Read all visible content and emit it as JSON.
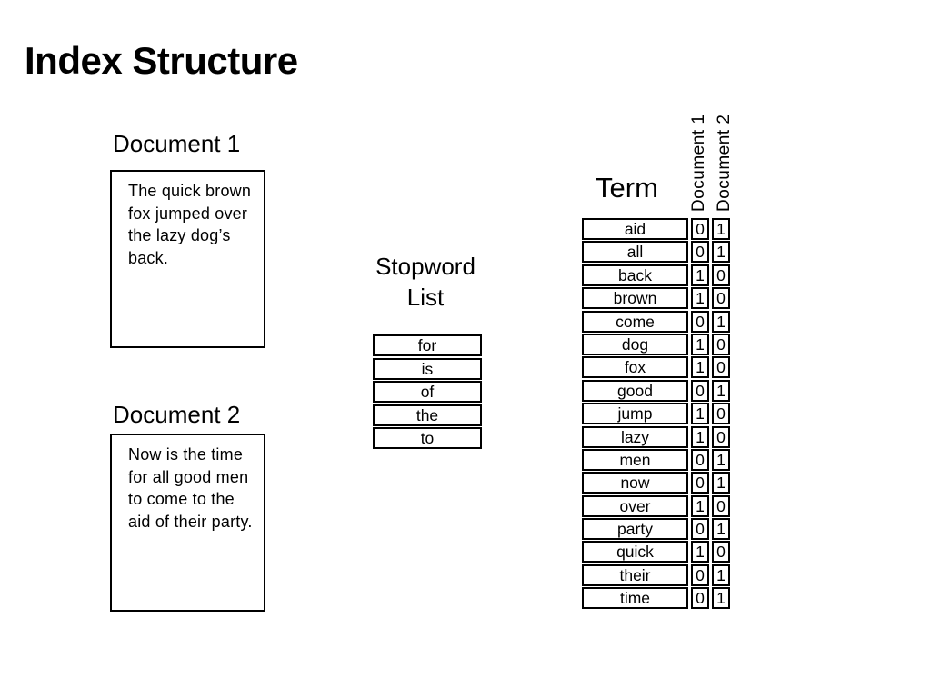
{
  "slide": {
    "title": "Index Structure",
    "background_color": "#ffffff",
    "text_color": "#000000",
    "border_color": "#000000"
  },
  "documents": [
    {
      "label": "Document 1",
      "text": "The quick brown\nfox jumped over\nthe lazy dog’s\nback."
    },
    {
      "label": "Document 2",
      "text": "Now is the time\nfor all good men\nto come to the\naid of their party."
    }
  ],
  "stopword_list": {
    "label": "Stopword\nList",
    "items": [
      "for",
      "is",
      "of",
      "the",
      "to"
    ]
  },
  "matrix": {
    "term_header": "Term",
    "column_headers": [
      "Document 1",
      "Document 2"
    ],
    "rows": [
      {
        "term": "aid",
        "d1": "0",
        "d2": "1"
      },
      {
        "term": "all",
        "d1": "0",
        "d2": "1"
      },
      {
        "term": "back",
        "d1": "1",
        "d2": "0"
      },
      {
        "term": "brown",
        "d1": "1",
        "d2": "0"
      },
      {
        "term": "come",
        "d1": "0",
        "d2": "1"
      },
      {
        "term": "dog",
        "d1": "1",
        "d2": "0"
      },
      {
        "term": "fox",
        "d1": "1",
        "d2": "0"
      },
      {
        "term": "good",
        "d1": "0",
        "d2": "1"
      },
      {
        "term": "jump",
        "d1": "1",
        "d2": "0"
      },
      {
        "term": "lazy",
        "d1": "1",
        "d2": "0"
      },
      {
        "term": "men",
        "d1": "0",
        "d2": "1"
      },
      {
        "term": "now",
        "d1": "0",
        "d2": "1"
      },
      {
        "term": "over",
        "d1": "1",
        "d2": "0"
      },
      {
        "term": "party",
        "d1": "0",
        "d2": "1"
      },
      {
        "term": "quick",
        "d1": "1",
        "d2": "0"
      },
      {
        "term": "their",
        "d1": "0",
        "d2": "1"
      },
      {
        "term": "time",
        "d1": "0",
        "d2": "1"
      }
    ]
  }
}
